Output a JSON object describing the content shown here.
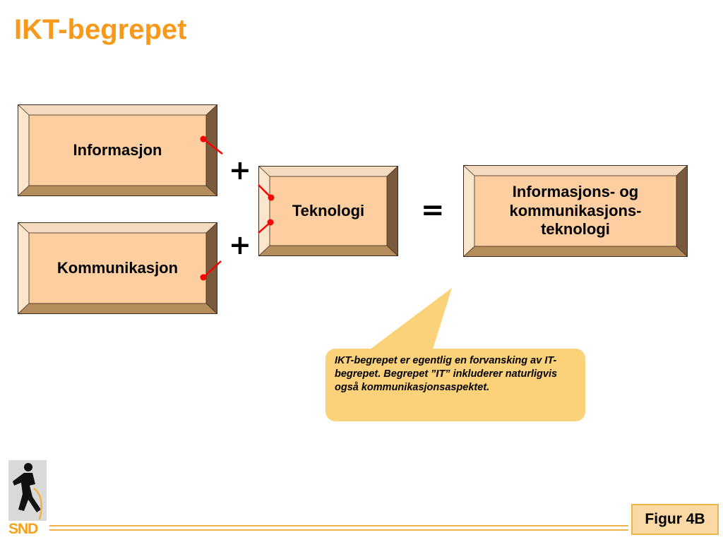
{
  "title": "IKT-begrepet",
  "boxes": {
    "informasjon": "Informasjon",
    "kommunikasjon": "Kommunikasjon",
    "teknologi": "Teknologi",
    "result": "Informasjons- og kommunikasjons-teknologi"
  },
  "operators": {
    "plus": "+",
    "equals": "="
  },
  "callout": "IKT-begrepet er egentlig en forvansking av IT-begrepet. Begrepet ”IT” inkluderer naturligvis også kommunikasjonsaspektet.",
  "logo": {
    "text": "SND"
  },
  "figure_label": "Figur 4B",
  "colors": {
    "title": "#f79a1b",
    "box_face": "#fdcfa0",
    "callout": "#fbd17a",
    "connector": "#ff0000"
  }
}
